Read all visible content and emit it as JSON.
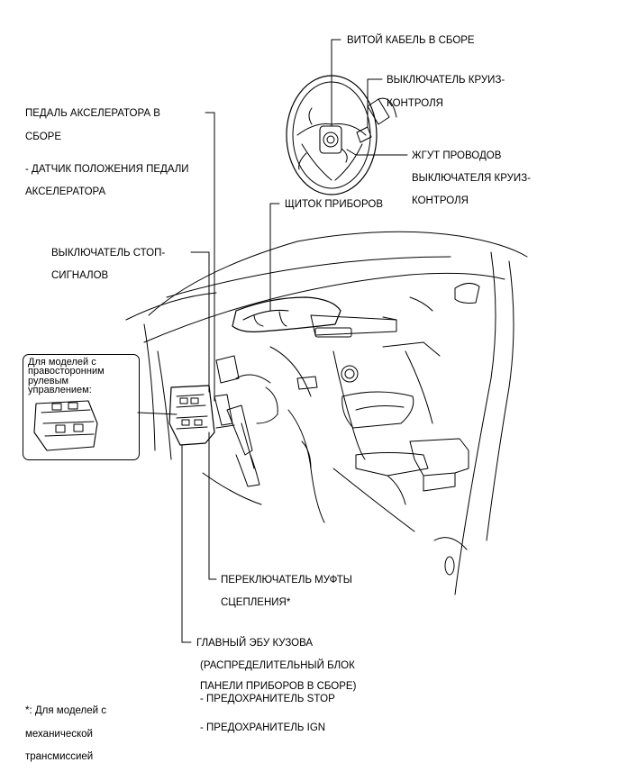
{
  "labels": {
    "clock_spring": "ВИТОЙ КАБЕЛЬ В СБОРЕ",
    "cruise_switch_1": "ВЫКЛЮЧАТЕЛЬ КРУИЗ-",
    "cruise_switch_2": "КОНТРОЛЯ",
    "wire_harness_1": "ЖГУТ ПРОВОДОВ",
    "wire_harness_2": "ВЫКЛЮЧАТЕЛЯ КРУИЗ-",
    "wire_harness_3": "КОНТРОЛЯ",
    "accel_pedal_1": "ПЕДАЛЬ АКСЕЛЕРАТОРА В",
    "accel_pedal_2": "СБОРЕ",
    "accel_sensor_1": "- ДАТЧИК ПОЛОЖЕНИЯ ПЕДАЛИ",
    "accel_sensor_2": "АКСЕЛЕРАТОРА",
    "combination_meter": "ЩИТОК ПРИБОРОВ",
    "stop_switch_1": "ВЫКЛЮЧАТЕЛЬ СТОП-",
    "stop_switch_2": "СИГНАЛОВ",
    "clutch_switch_1": "ПЕРЕКЛЮЧАТЕЛЬ МУФТЫ",
    "clutch_switch_2": "СЦЕПЛЕНИЯ*",
    "main_ecu_1": "ГЛАВНЫЙ ЭБУ КУЗОВА",
    "main_ecu_2": "(РАСПРЕДЕЛИТЕЛЬНЫЙ БЛОК",
    "main_ecu_3": "ПАНЕЛИ ПРИБОРОВ В СБОРЕ)",
    "fuse_stop": "- ПРЕДОХРАНИТЕЛЬ STOP",
    "fuse_ign": "- ПРЕДОХРАНИТЕЛЬ IGN",
    "rhd_1": "Для моделей с",
    "rhd_2": "правосторонним",
    "rhd_3": "рулевым",
    "rhd_4": "управлением:",
    "footnote_1": "*: Для моделей с",
    "footnote_2": "механической",
    "footnote_3": "трансмиссией"
  }
}
